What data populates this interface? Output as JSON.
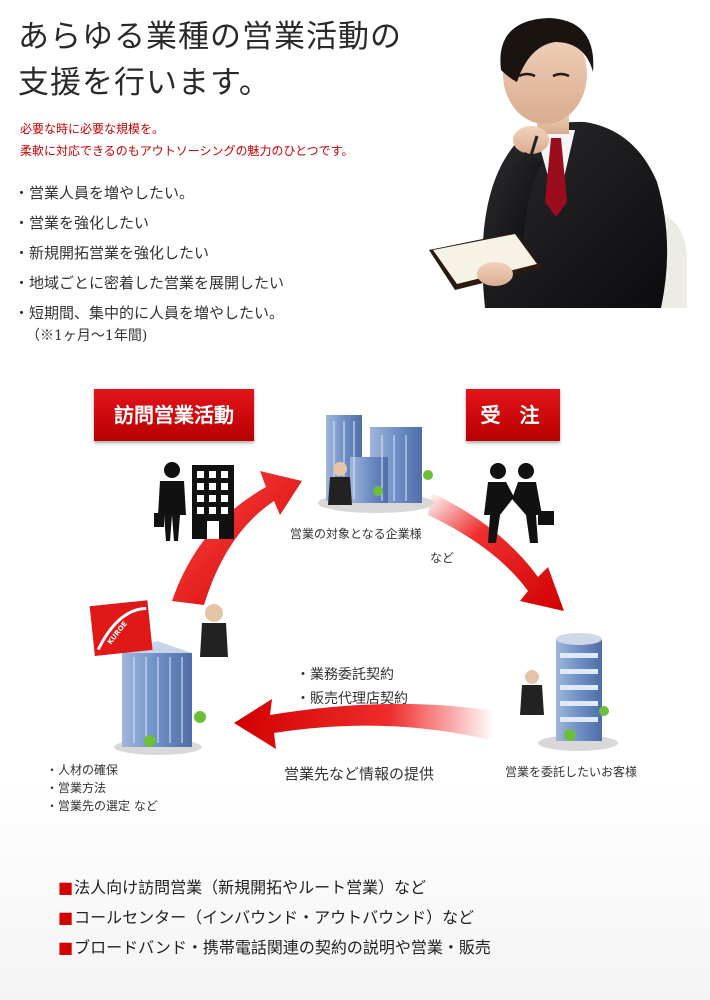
{
  "header": {
    "title_line1": "あらゆる業種の営業活動の",
    "title_line2": "支援を行います。",
    "lead_line1": "必要な時に必要な規模を。",
    "lead_line2": "柔軟に対応できるのもアウトソーシングの魅力のひとつです。"
  },
  "needs": [
    "営業人員を増やしたい。",
    "営業を強化したい",
    "新規開拓営業を強化したい",
    "地域ごとに密着した営業を展開したい",
    "短期間、集中的に人員を増やしたい。"
  ],
  "needs_note": "（※1ヶ月〜1年間)",
  "diagram": {
    "tag_visit": "訪問営業活動",
    "tag_order": "受 注",
    "target_label": "営業の対象となる企業様",
    "target_etc": "など",
    "client_label": "営業を委託したいお客様",
    "contracts": [
      "業務委託契約",
      "販売代理店契約"
    ],
    "info_label": "営業先など情報の提供",
    "merits": [
      "人材の確保",
      "営業方法",
      "営業先の選定 など"
    ],
    "logo_text": "KUROE",
    "colors": {
      "accent": "#d40000",
      "arrow": "#e00000",
      "building": "#6e8fc4"
    }
  },
  "services": [
    "法人向け訪問営業（新規開拓やルート営業）など",
    "コールセンター（インバウンド・アウトバウンド）など",
    "ブロードバンド・携帯電話関連の契約の説明や営業・販売"
  ]
}
